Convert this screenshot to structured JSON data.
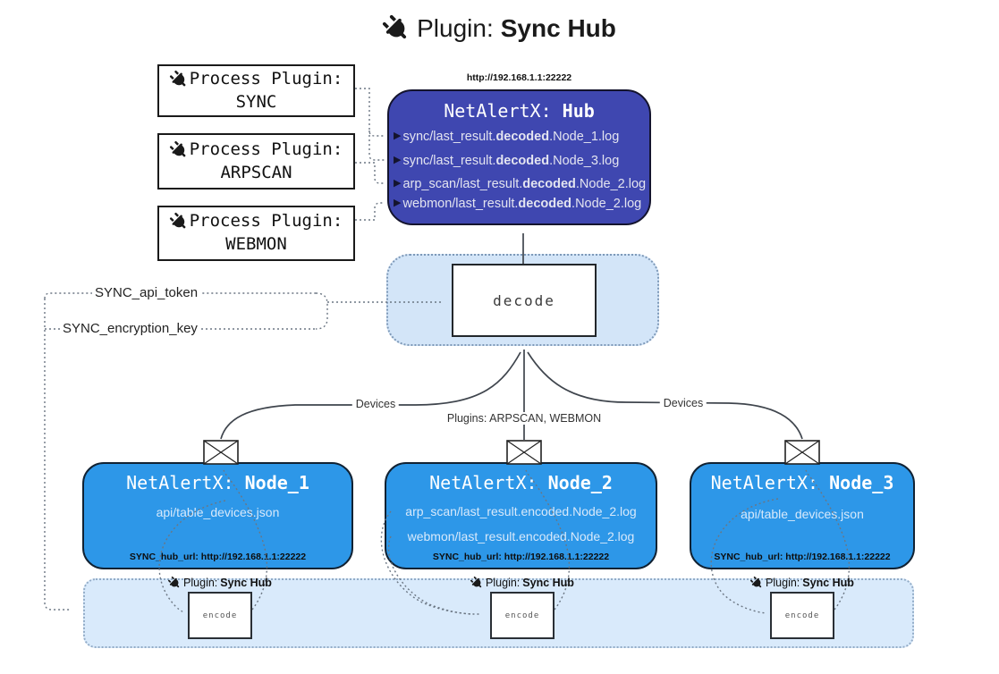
{
  "title": {
    "label": "Plugin:",
    "name": "Sync Hub"
  },
  "icons": {
    "file_arrow": "▶"
  },
  "process_plugins": [
    {
      "label": "Process Plugin:",
      "name": "SYNC"
    },
    {
      "label": "Process Plugin:",
      "name": "ARPSCAN"
    },
    {
      "label": "Process Plugin:",
      "name": "WEBMON"
    }
  ],
  "hub": {
    "url": "http://192.168.1.1:22222",
    "name_label": "NetAlertX:",
    "name": "Hub",
    "files": [
      {
        "pre": "sync/last_result.",
        "bold": "decoded",
        "post": ".Node_1.log"
      },
      {
        "pre": "sync/last_result.",
        "bold": "decoded",
        "post": ".Node_3.log"
      },
      {
        "pre": "arp_scan/last_result.",
        "bold": "decoded",
        "post": ".Node_2.log"
      },
      {
        "pre": "webmon/last_result.",
        "bold": "decoded",
        "post": ".Node_2.log"
      }
    ]
  },
  "decode_box": {
    "label": "decode"
  },
  "secrets": {
    "api_token_label": "SYNC_api_token",
    "encryption_key_label": "SYNC_encryption_key"
  },
  "edge_labels": {
    "left": "Devices",
    "center": "Plugins: ARPSCAN, WEBMON",
    "right": "Devices"
  },
  "nodes": [
    {
      "name_label": "NetAlertX:",
      "name": "Node_1",
      "files": [
        "api/table_devices.json"
      ],
      "hub_url": "SYNC_hub_url: http://192.168.1.1:22222"
    },
    {
      "name_label": "NetAlertX:",
      "name": "Node_2",
      "files": [
        "arp_scan/last_result.encoded.Node_2.log",
        "webmon/last_result.encoded.Node_2.log"
      ],
      "hub_url": "SYNC_hub_url: http://192.168.1.1:22222"
    },
    {
      "name_label": "NetAlertX:",
      "name": "Node_3",
      "files": [
        "api/table_devices.json"
      ],
      "hub_url": "SYNC_hub_url: http://192.168.1.1:22222"
    }
  ],
  "encoders": [
    {
      "plugin_label": "Plugin:",
      "plugin_name": "Sync Hub",
      "box_label": "encode"
    },
    {
      "plugin_label": "Plugin:",
      "plugin_name": "Sync Hub",
      "box_label": "encode"
    },
    {
      "plugin_label": "Plugin:",
      "plugin_name": "Sync Hub",
      "box_label": "encode"
    }
  ],
  "colors": {
    "hub": "#3F47B0",
    "node": "#2D97E8",
    "band": "#D9EAFB",
    "decode_area": "#D3E5F8"
  }
}
